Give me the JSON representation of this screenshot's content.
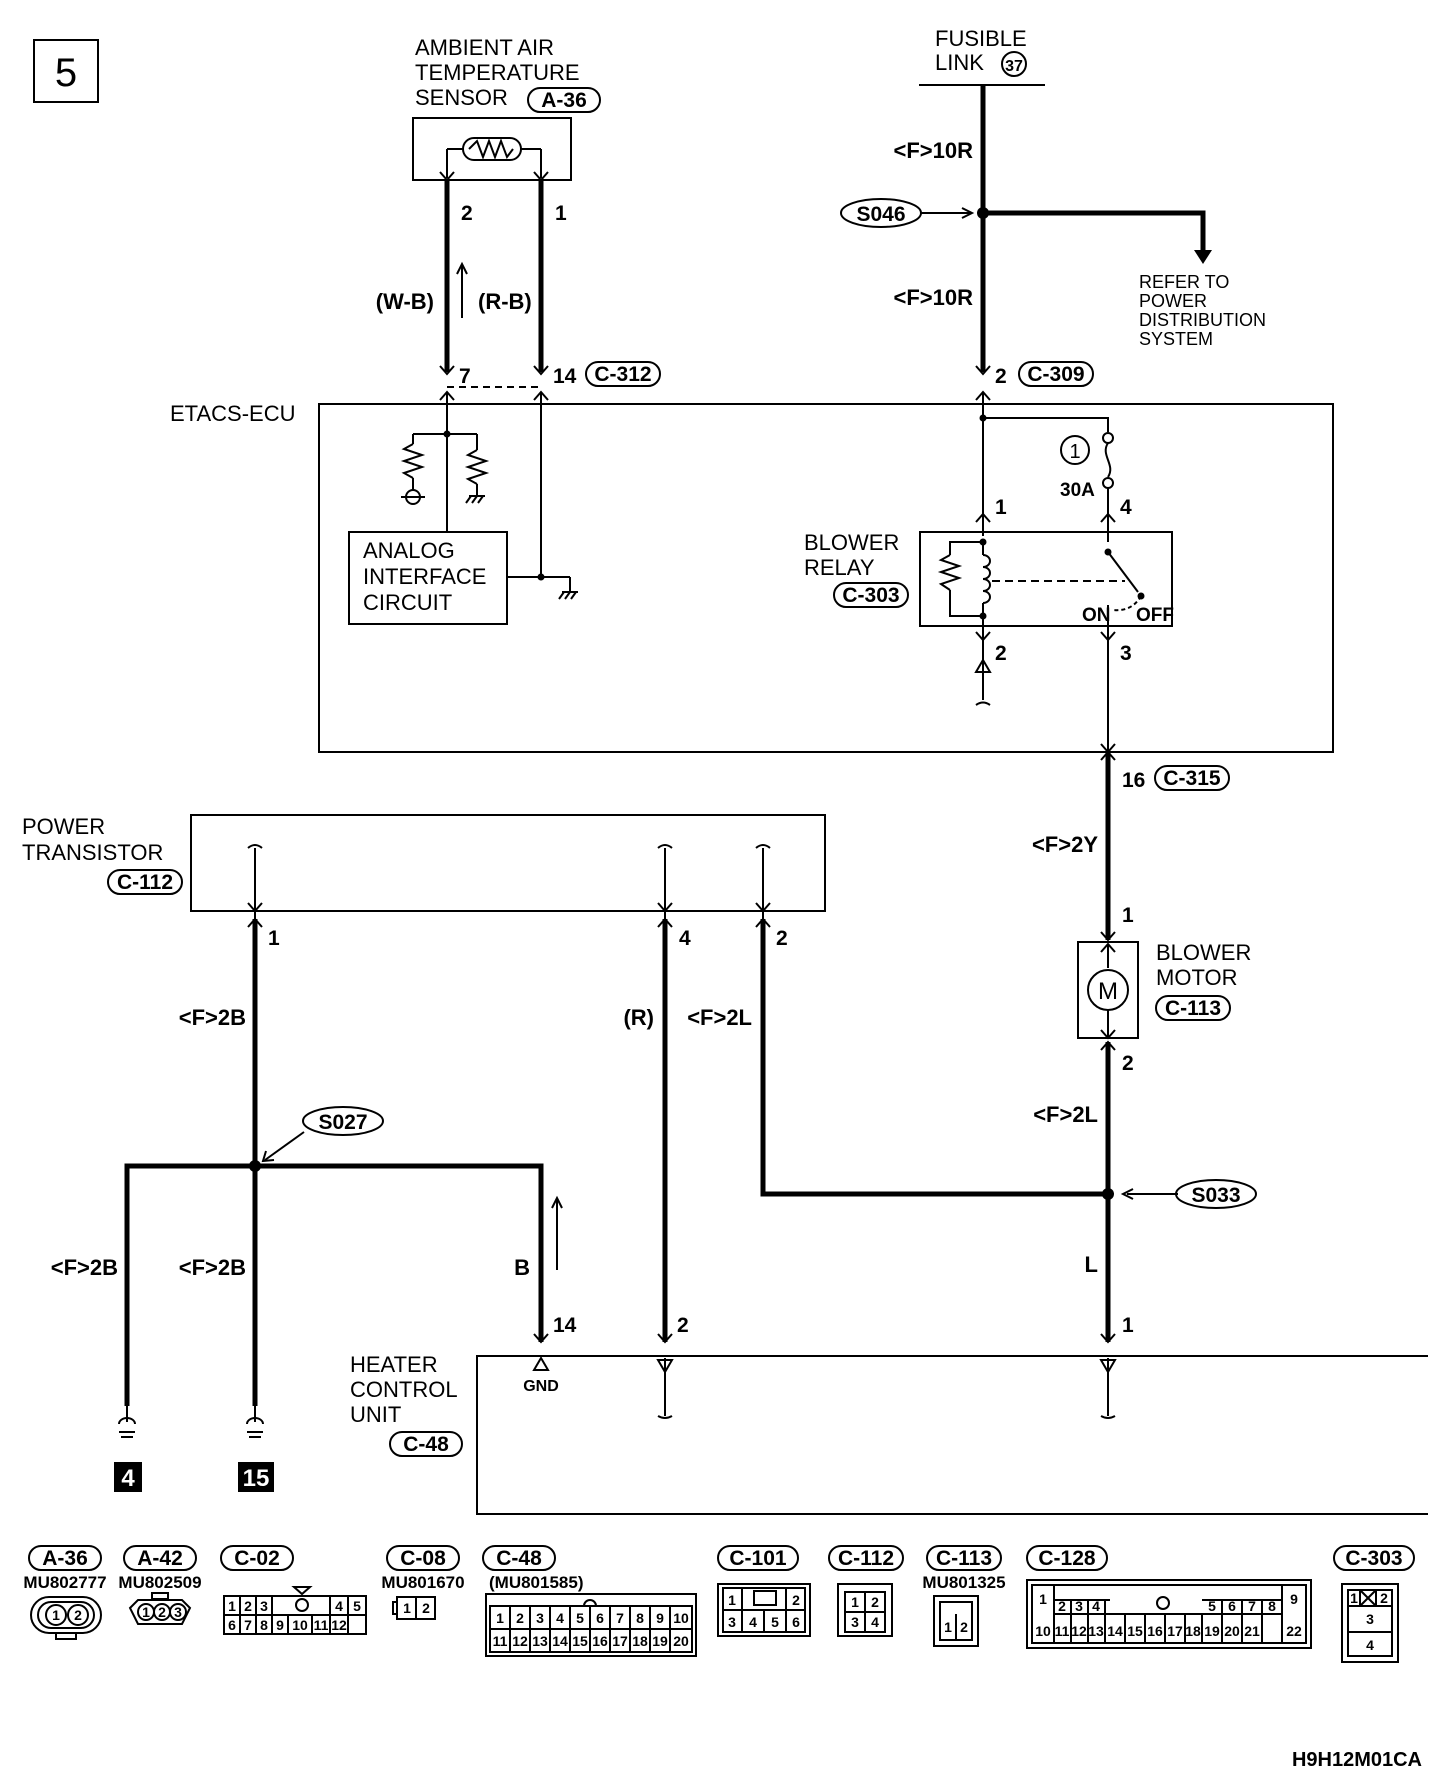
{
  "page": {
    "number": "5",
    "code": "H9H12M01CA"
  },
  "components": {
    "ambient_sensor": {
      "line1": "AMBIENT AIR",
      "line2": "TEMPERATURE",
      "line3": "SENSOR",
      "connector": "A-36"
    },
    "fusible_link": {
      "line1": "FUSIBLE",
      "line2": "LINK",
      "number": "37"
    },
    "refer": {
      "line1": "REFER TO",
      "line2": "POWER",
      "line3": "DISTRIBUTION",
      "line4": "SYSTEM"
    },
    "etacs": {
      "label": "ETACS-ECU"
    },
    "analog": {
      "line1": "ANALOG",
      "line2": "INTERFACE",
      "line3": "CIRCUIT"
    },
    "blower_relay": {
      "line1": "BLOWER",
      "line2": "RELAY",
      "connector": "C-303"
    },
    "fuse": {
      "number": "1",
      "rating": "30A"
    },
    "relay_switch": {
      "on": "ON",
      "off": "OFF"
    },
    "power_transistor": {
      "line1": "POWER",
      "line2": "TRANSISTOR",
      "connector": "C-112"
    },
    "blower_motor": {
      "line1": "BLOWER",
      "line2": "MOTOR",
      "connector": "C-113",
      "symbol": "M"
    },
    "heater_unit": {
      "line1": "HEATER",
      "line2": "CONTROL",
      "line3": "UNIT",
      "connector": "C-48",
      "gnd": "GND"
    }
  },
  "connectors": {
    "c312": "C-312",
    "c309": "C-309",
    "c315": "C-315"
  },
  "splices": {
    "s046": "S046",
    "s027": "S027",
    "s033": "S033"
  },
  "pins": {
    "sensor_2": "2",
    "sensor_1": "1",
    "etacs_7": "7",
    "etacs_14": "14",
    "etacs_2": "2",
    "relay_1": "1",
    "relay_4": "4",
    "relay_2": "2",
    "relay_3": "3",
    "etacs_16": "16",
    "pt_1": "1",
    "pt_4": "4",
    "pt_2": "2",
    "bm_1": "1",
    "bm_2": "2",
    "hcu_14": "14",
    "hcu_2": "2",
    "hcu_1": "1"
  },
  "wires": {
    "wb": "(W-B)",
    "rb": "(R-B)",
    "f10r_a": "<F>10R",
    "f10r_b": "<F>10R",
    "f2y": "<F>2Y",
    "f2b_a": "<F>2B",
    "f2b_b": "<F>2B",
    "f2b_c": "<F>2B",
    "r": "(R)",
    "f2l_a": "<F>2L",
    "f2l_b": "<F>2L",
    "b": "B",
    "l": "L"
  },
  "grounds": {
    "g4": "4",
    "g15": "15"
  },
  "connector_views": [
    {
      "code": "A-36",
      "part": "MU802777",
      "pins": [
        "1",
        "2"
      ]
    },
    {
      "code": "A-42",
      "part": "MU802509",
      "pins": [
        "1",
        "2",
        "3"
      ]
    },
    {
      "code": "C-02",
      "part": "",
      "pins": [
        "1",
        "2",
        "3",
        "4",
        "5",
        "6",
        "7",
        "8",
        "9",
        "10",
        "11",
        "12"
      ]
    },
    {
      "code": "C-08",
      "part": "MU801670",
      "pins": [
        "1",
        "2"
      ]
    },
    {
      "code": "C-48",
      "part": "(MU801585)",
      "pins": [
        "1",
        "2",
        "3",
        "4",
        "5",
        "6",
        "7",
        "8",
        "9",
        "10",
        "11",
        "12",
        "13",
        "14",
        "15",
        "16",
        "17",
        "18",
        "19",
        "20"
      ]
    },
    {
      "code": "C-101",
      "part": "",
      "pins": [
        "1",
        "2",
        "3",
        "4",
        "5",
        "6"
      ]
    },
    {
      "code": "C-112",
      "part": "",
      "pins": [
        "1",
        "2",
        "3",
        "4"
      ]
    },
    {
      "code": "C-113",
      "part": "MU801325",
      "pins": [
        "1",
        "2"
      ]
    },
    {
      "code": "C-128",
      "part": "",
      "pins": [
        "1",
        "2",
        "3",
        "4",
        "5",
        "6",
        "7",
        "8",
        "9",
        "10",
        "11",
        "12",
        "13",
        "14",
        "15",
        "16",
        "17",
        "18",
        "19",
        "20",
        "21",
        "22"
      ]
    },
    {
      "code": "C-303",
      "part": "",
      "pins": [
        "1",
        "2",
        "3",
        "4"
      ]
    }
  ]
}
